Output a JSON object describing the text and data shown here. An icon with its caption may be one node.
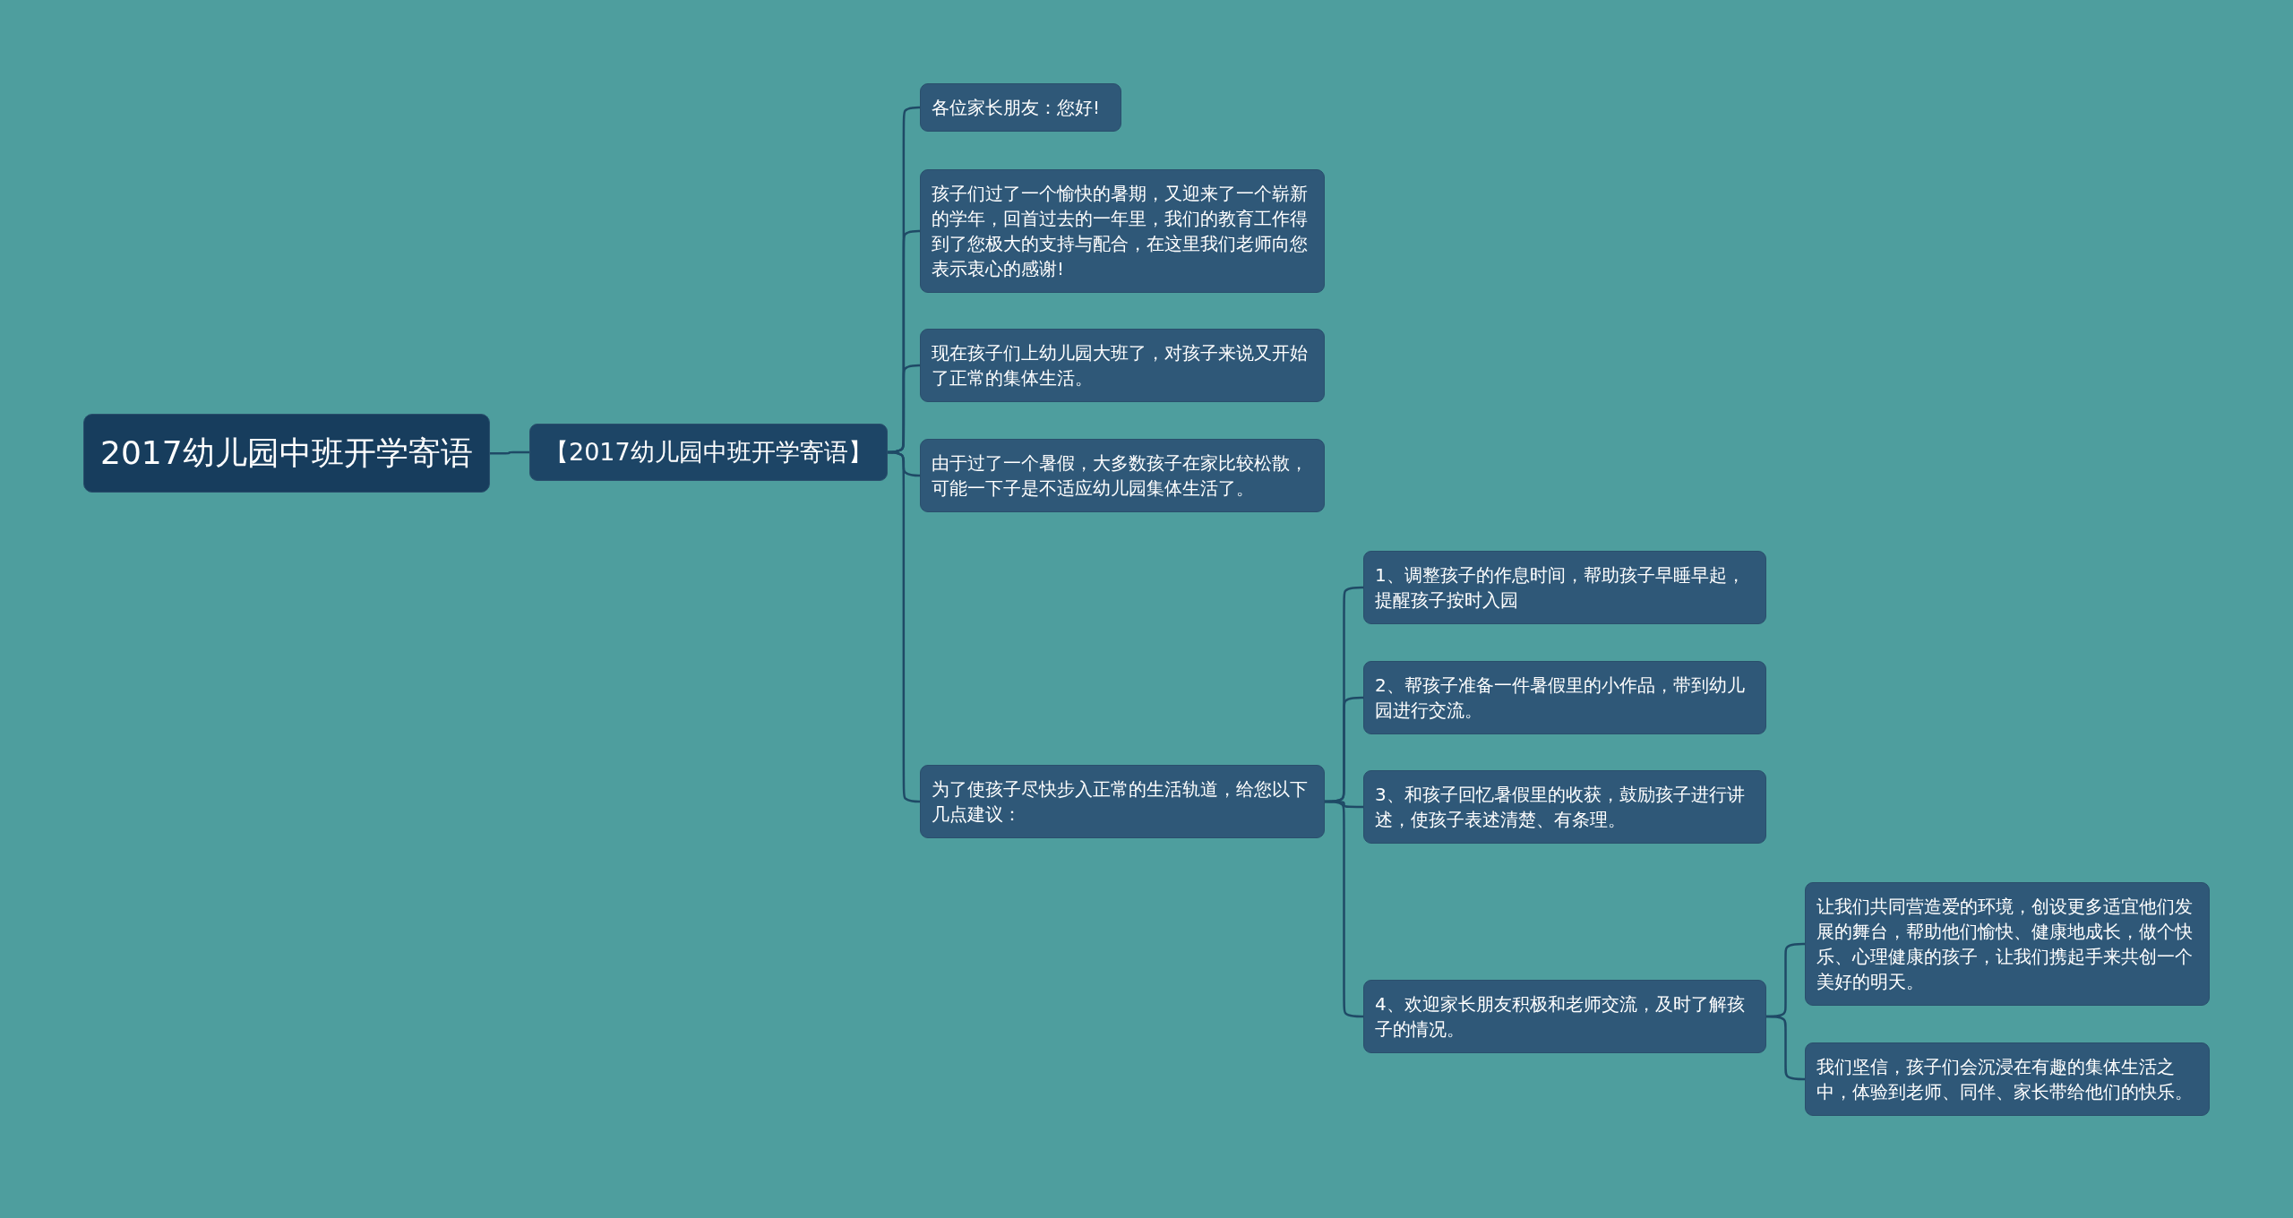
{
  "diagram": {
    "nodes": [
      {
        "text": [
          "2017幼儿园中班开学寄语"
        ]
      },
      {
        "text": [
          "【2017幼儿园中班开学寄语】"
        ]
      },
      {
        "text": [
          "各位家长朋友：您好!"
        ]
      },
      {
        "text": [
          "孩子们过了一个愉快的暑期，又迎来了一个崭新的学年，回首过去的一年里，我们的教育工作得到了您极大的支持与配合，在这里我们老师向您表示衷心的感谢!"
        ]
      },
      {
        "text": [
          "现在孩子们上幼儿园大班了，对孩子来说又开始了正常的集体生活。"
        ]
      },
      {
        "text": [
          "由于过了一个暑假，大多数孩子在家比较松散，可能一下子是不适应幼儿园集体生活了。"
        ]
      },
      {
        "text": [
          "为了使孩子尽快步入正常的生活轨道，给您以下几点建议："
        ]
      },
      {
        "text": [
          "1、调整孩子的作息时间，帮助孩子早睡早起，提醒孩子按时入园"
        ]
      },
      {
        "text": [
          "2、帮孩子准备一件暑假里的小作品，带到幼儿园进行交流。"
        ]
      },
      {
        "text": [
          "3、和孩子回忆暑假里的收获，鼓励孩子进行讲述，使孩子表述清楚、有条理。"
        ]
      },
      {
        "text": [
          "4、欢迎家长朋友积极和老师交流，及时了解孩子的情况。"
        ]
      },
      {
        "text": [
          "让我们共同营造爱的环境，创设更多适宜他们发展的舞台，帮助他们愉快、健康地成长，做个快乐、心理健康的孩子，让我们携起手来共创一个美好的明天。"
        ]
      },
      {
        "text": [
          "我们坚信，孩子们会沉浸在有趣的集体生活之中，体验到老师、同伴、家长带给他们的快乐。"
        ]
      }
    ],
    "edges": [
      {
        "from": 0,
        "to": 1,
        "arrow": "none"
      },
      {
        "from": 1,
        "to": 2,
        "arrow": "none"
      },
      {
        "from": 1,
        "to": 3,
        "arrow": "none"
      },
      {
        "from": 1,
        "to": 4,
        "arrow": "none"
      },
      {
        "from": 1,
        "to": 5,
        "arrow": "none"
      },
      {
        "from": 1,
        "to": 6,
        "arrow": "none"
      },
      {
        "from": 6,
        "to": 7,
        "arrow": "none"
      },
      {
        "from": 6,
        "to": 8,
        "arrow": "none"
      },
      {
        "from": 6,
        "to": 9,
        "arrow": "none"
      },
      {
        "from": 6,
        "to": 10,
        "arrow": "none"
      },
      {
        "from": 10,
        "to": 11,
        "arrow": "none"
      },
      {
        "from": 10,
        "to": 12,
        "arrow": "none"
      }
    ]
  }
}
